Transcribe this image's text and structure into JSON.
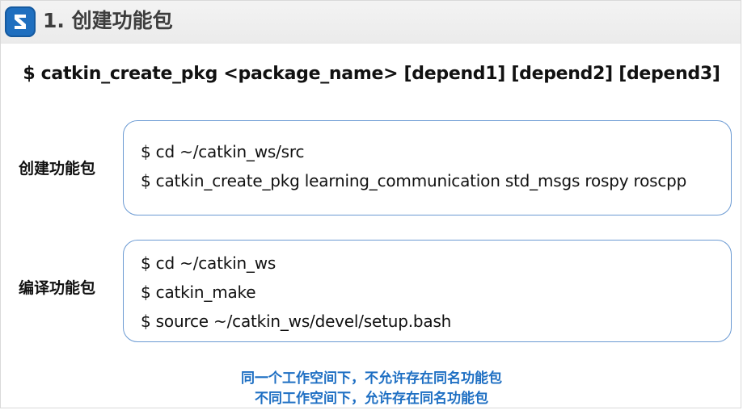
{
  "header": {
    "title": "1. 创建功能包"
  },
  "command": "$ catkin_create_pkg <package_name> [depend1] [depend2] [depend3]",
  "sections": [
    {
      "label": "创建功能包",
      "lines": [
        "$ cd ~/catkin_ws/src",
        "$ catkin_create_pkg learning_communication std_msgs rospy roscpp"
      ]
    },
    {
      "label": "编译功能包",
      "lines": [
        "$ cd ~/catkin_ws",
        "$ catkin_make",
        "$ source ~/catkin_ws/devel/setup.bash"
      ]
    }
  ],
  "notes": [
    "同一个工作空间下，不允许存在同名功能包",
    "不同工作空间下，允许存在同名功能包"
  ],
  "colors": {
    "logo": "#1f6fbf",
    "box_border": "#6b9ad3",
    "note_text": "#1e6fc3"
  },
  "icons": {
    "logo": "logo-icon"
  }
}
